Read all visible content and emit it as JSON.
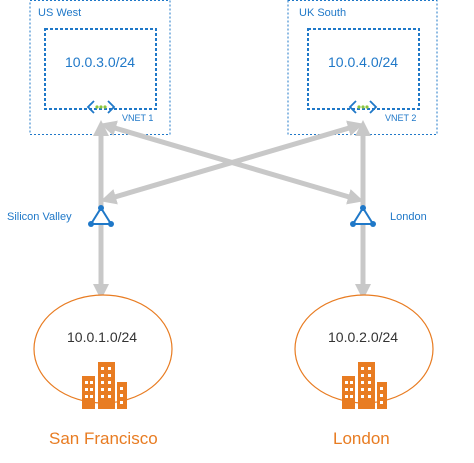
{
  "regions": [
    {
      "label": "US West",
      "vnet_cidr": "10.0.3.0/24",
      "vnet_label": "VNET 1"
    },
    {
      "label": "UK South",
      "vnet_cidr": "10.0.4.0/24",
      "vnet_label": "VNET 2"
    }
  ],
  "gateways": [
    {
      "label": "Silicon Valley"
    },
    {
      "label": "London"
    }
  ],
  "sites": [
    {
      "cidr": "10.0.1.0/24",
      "name": "San Francisco"
    },
    {
      "cidr": "10.0.2.0/24",
      "name": "London"
    }
  ],
  "colors": {
    "azure_blue": "#1f78c8",
    "arrow_gray": "#c8c8c8",
    "site_orange": "#e87c22",
    "vnet_gateway_green": "#8dc63f"
  },
  "icons": {
    "vnet_gateway": "vnet-gateway-icon",
    "local_gateway": "local-network-gateway-icon",
    "building": "building-icon"
  }
}
